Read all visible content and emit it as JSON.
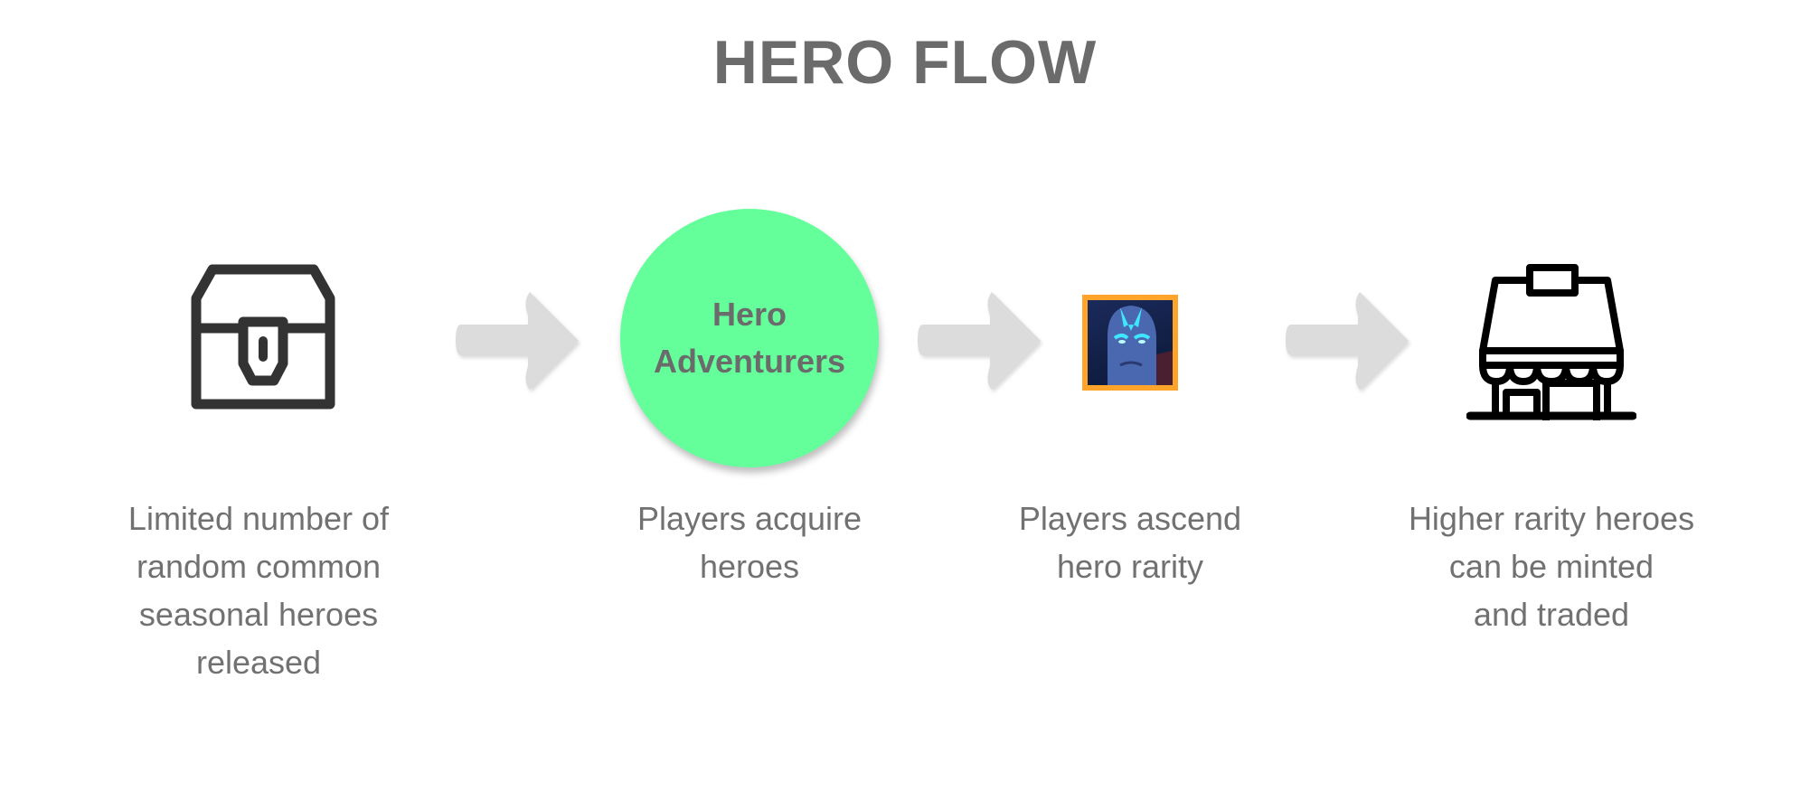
{
  "title": "HERO FLOW",
  "steps": [
    {
      "icon": "treasure-chest-icon",
      "caption": [
        "Limited number of",
        "random common",
        "seasonal heroes",
        "released"
      ]
    },
    {
      "icon": "hero-adventurers-circle",
      "label": [
        "Hero",
        "Adventurers"
      ],
      "caption": [
        "Players acquire",
        "heroes"
      ]
    },
    {
      "icon": "hero-portrait-image",
      "caption": [
        "Players ascend",
        "hero rarity"
      ]
    },
    {
      "icon": "storefront-icon",
      "caption": [
        "Higher rarity heroes",
        "can be minted",
        "and traded"
      ]
    }
  ],
  "colors": {
    "circle": "#64ff9a",
    "arrow": "#dcdcdc",
    "hero_border": "#ffa42a",
    "text": "#717171"
  }
}
